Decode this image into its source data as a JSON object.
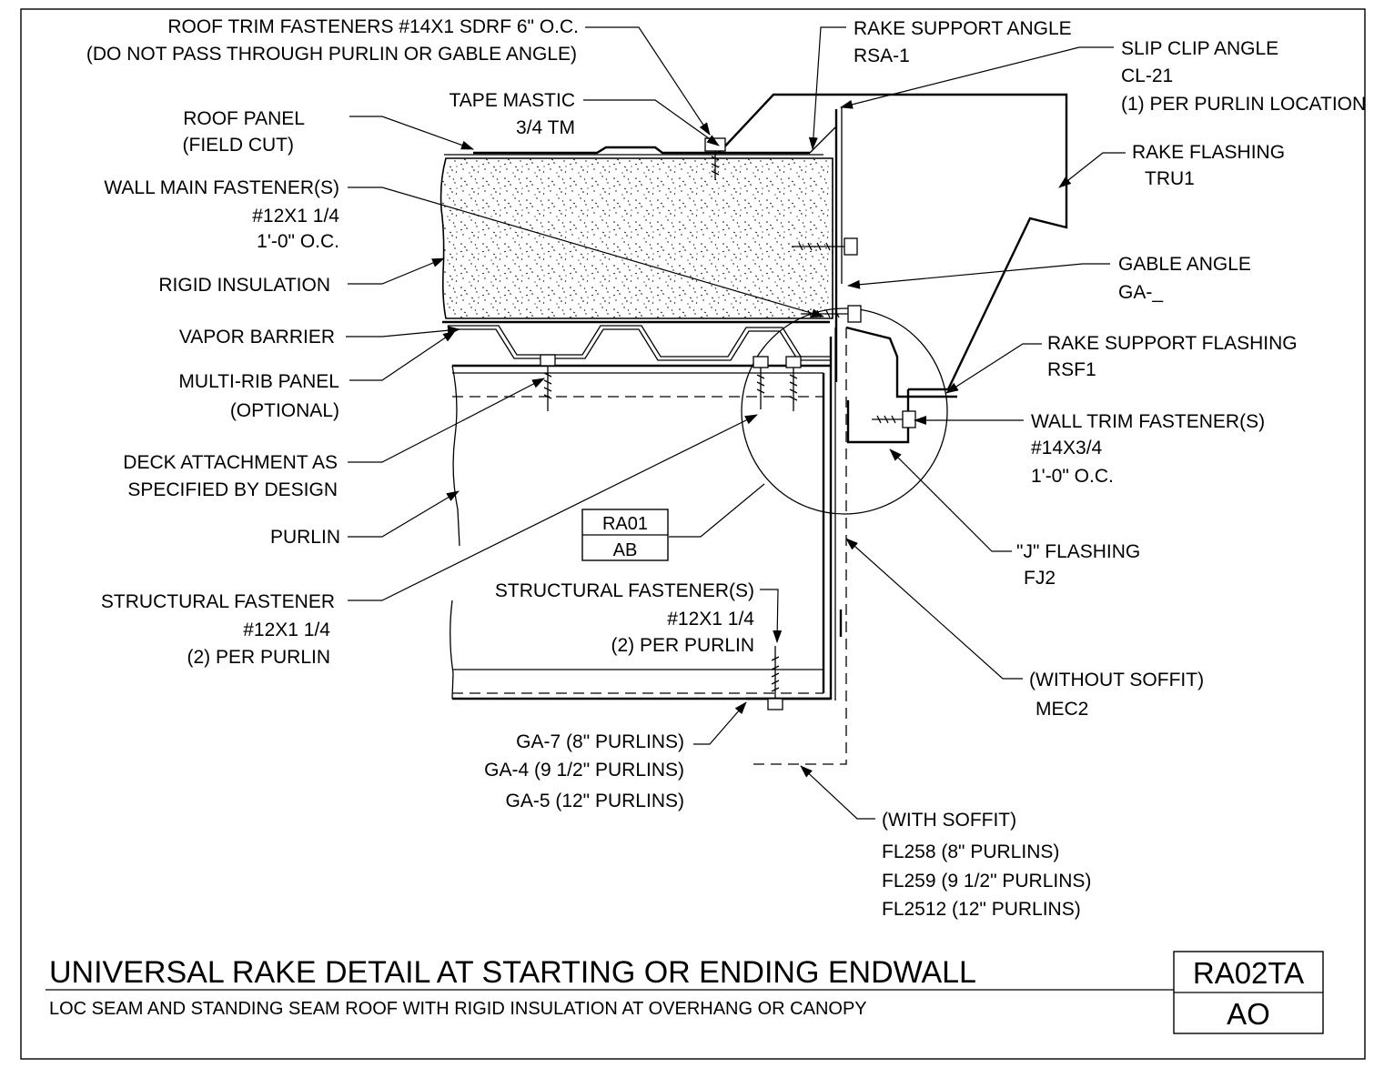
{
  "drawing": {
    "title": "UNIVERSAL RAKE DETAIL AT STARTING OR ENDING ENDWALL",
    "subtitle": "LOC SEAM AND STANDING SEAM ROOF WITH RIGID INSULATION AT OVERHANG OR CANOPY",
    "number": "RA02TA",
    "code": "AO"
  },
  "reference_tag": {
    "top": "RA01",
    "bottom": "AB"
  },
  "labels": {
    "roof_trim_fasteners": [
      "ROOF TRIM FASTENERS #14X1 SDRF 6\" O.C.",
      "(DO NOT PASS THROUGH PURLIN OR GABLE ANGLE)"
    ],
    "tape_mastic": [
      "TAPE MASTIC",
      "3/4 TM"
    ],
    "roof_panel": [
      "ROOF PANEL",
      "(FIELD CUT)"
    ],
    "wall_main_fasteners": [
      "WALL MAIN FASTENER(S)",
      "#12X1 1/4",
      "1'-0\" O.C."
    ],
    "rigid_insulation": [
      "RIGID INSULATION"
    ],
    "vapor_barrier": [
      "VAPOR BARRIER"
    ],
    "multi_rib_panel": [
      "MULTI-RIB PANEL",
      "(OPTIONAL)"
    ],
    "deck_attachment": [
      "DECK ATTACHMENT AS",
      "SPECIFIED BY DESIGN"
    ],
    "purlin": [
      "PURLIN"
    ],
    "structural_fastener": [
      "STRUCTURAL FASTENER",
      "#12X1 1/4",
      "(2) PER PURLIN"
    ],
    "structural_fasteners_lower": [
      "STRUCTURAL FASTENER(S)",
      "#12X1 1/4",
      "(2) PER PURLIN"
    ],
    "gable_angle_sizes": [
      "GA-7 (8\" PURLINS)",
      "GA-4 (9 1/2\" PURLINS)",
      "GA-5 (12\" PURLINS)"
    ],
    "rake_support_angle": [
      "RAKE SUPPORT ANGLE",
      "RSA-1"
    ],
    "slip_clip_angle": [
      "SLIP CLIP ANGLE",
      "CL-21",
      "(1) PER PURLIN LOCATION"
    ],
    "rake_flashing": [
      "RAKE FLASHING",
      "TRU1"
    ],
    "gable_angle": [
      "GABLE ANGLE",
      "GA-_"
    ],
    "rake_support_flashing": [
      "RAKE SUPPORT FLASHING",
      "RSF1"
    ],
    "wall_trim_fasteners": [
      "WALL TRIM FASTENER(S)",
      "#14X3/4",
      "1'-0\" O.C."
    ],
    "j_flashing": [
      "\"J\" FLASHING",
      "FJ2"
    ],
    "without_soffit": [
      "(WITHOUT SOFFIT)",
      "MEC2"
    ],
    "with_soffit": [
      "(WITH SOFFIT)",
      "FL258 (8\" PURLINS)",
      "FL259 (9 1/2\" PURLINS)",
      "FL2512 (12\" PURLINS)"
    ]
  }
}
